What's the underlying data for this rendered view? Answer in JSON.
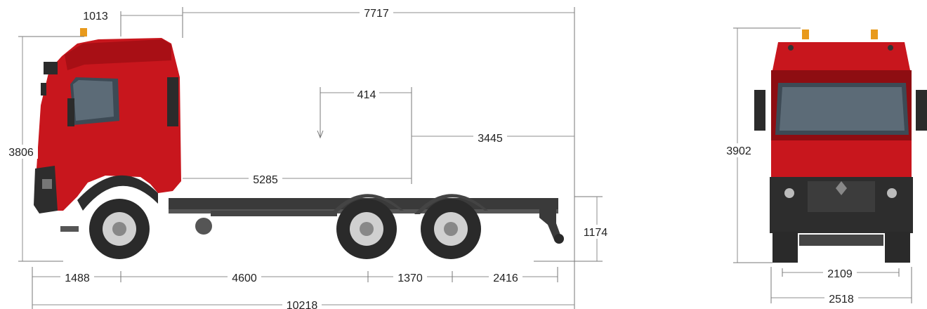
{
  "dimensions": {
    "cab_overhang": "1013",
    "frame_length": "7717",
    "body_offset": "414",
    "rear_frame": "3445",
    "cab_height": "3806",
    "front_to_axle": "5285",
    "frame_height": "1174",
    "front_overhang": "1488",
    "wheelbase": "4600",
    "tandem_spacing": "1370",
    "rear_overhang": "2416",
    "overall_length": "10218",
    "front_height": "3902",
    "track_width": "2109",
    "overall_width": "2518"
  },
  "colors": {
    "cab_red": "#c8161d",
    "cab_dark_red": "#8e0d12",
    "chassis": "#3a3a3a",
    "tyre": "#2a2a2a",
    "dim_line": "#8c8c8c"
  }
}
